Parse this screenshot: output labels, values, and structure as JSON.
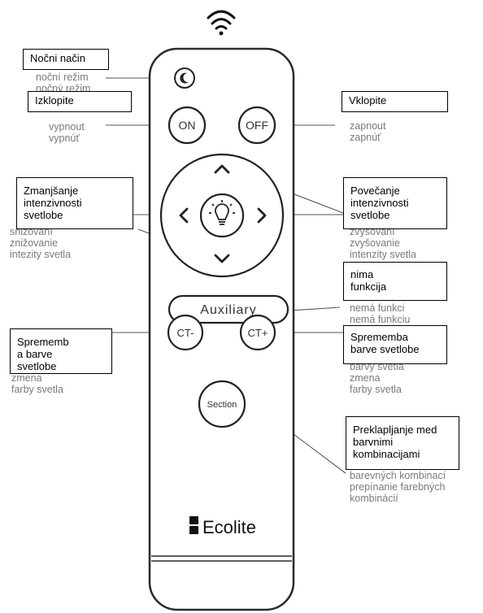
{
  "remote": {
    "buttons": {
      "on": "ON",
      "off": "OFF",
      "auxiliary": "Auxiliary",
      "ct_minus": "CT-",
      "ct_plus": "CT+",
      "section": "Section"
    },
    "brand": "Ecolite",
    "icons": [
      "wifi-icon",
      "moon-icon",
      "bulb-icon",
      "arrow-up-icon",
      "arrow-down-icon",
      "arrow-left-icon",
      "arrow-right-icon",
      "brand-logo-icon"
    ]
  },
  "labels_sl": {
    "night_mode": "Nočni način",
    "turn_off": "Izklopite",
    "turn_on": "Vklopite",
    "decrease": "Zmanjšanje\nintenzivnosti\nsvetlobe",
    "increase": "Povečanje\nintenzivnosti\nsvetlobe",
    "no_function": "nima\nfunkcija",
    "color_change_left": "Sprememb\na barve\nsvetlobe",
    "color_change_right": "Sprememba\nbarve svetlobe",
    "switching": "Preklapljanje med\nbarvnimi\nkombinacijami"
  },
  "labels_cz_sk": {
    "night_mode": "noční režim\nnočný režim",
    "turn_off": "vypnout\nvypnúť",
    "turn_on": "zapnout\nzapnúť",
    "decrease": "snižování\nznižovanie\nintezity svetla",
    "increase": "zvyšování\nzvyšovanie\nintenzity svetla",
    "no_function": "nemá funkci\nnemá funkciu",
    "color_change_left": "změna\nbarvy světla\nzmena\nfarby svetla",
    "color_change_right": "změna\nbarvy světla\nzmena\nfarby svetla",
    "switching": "přepínání\nbarevných kombinací\nprepínanie farebných\nkombinácií"
  }
}
